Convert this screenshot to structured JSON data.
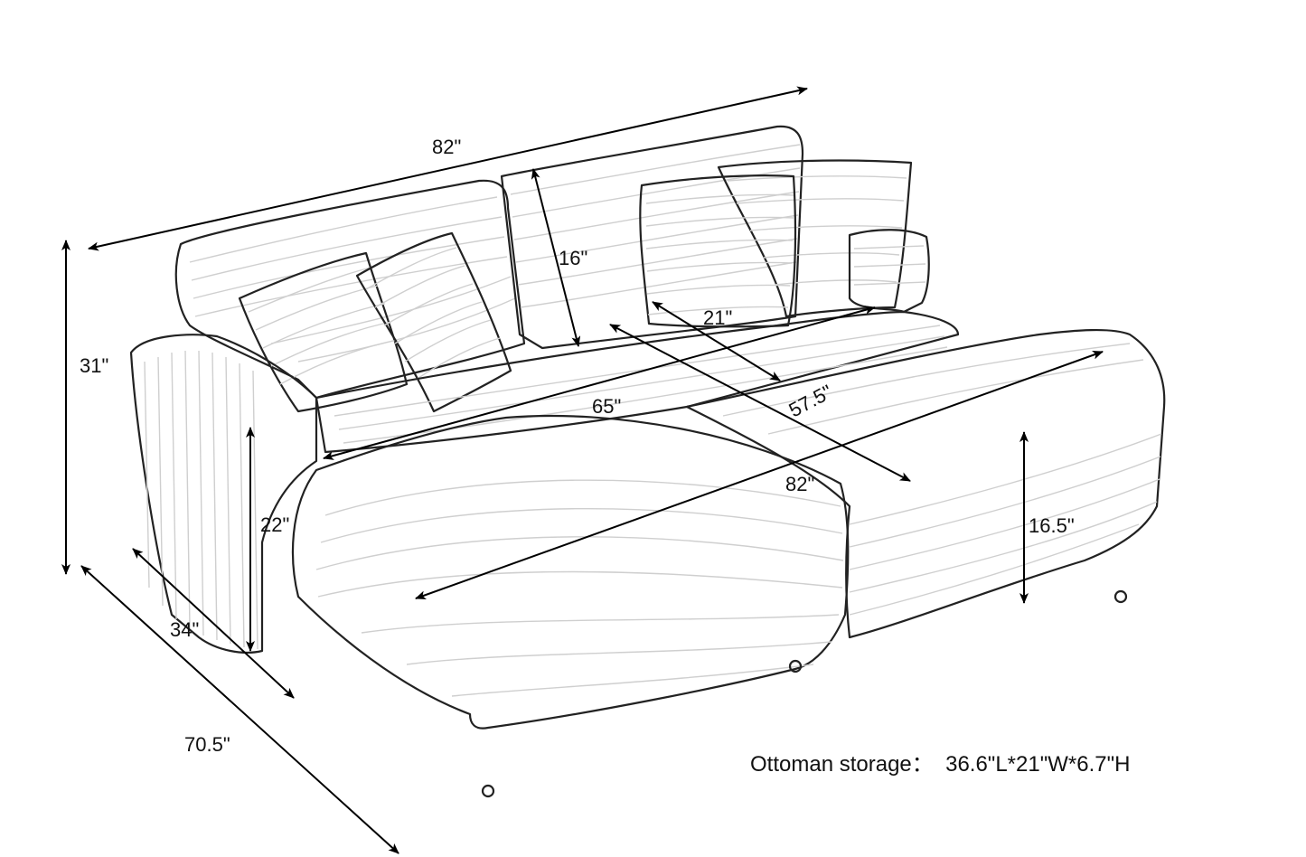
{
  "dimensions": {
    "total_length_top": "82\"",
    "back_cushion_height": "16\"",
    "pillow_width": "21\"",
    "overall_height": "31\"",
    "seat_width": "65\"",
    "diagonal": "57.5\"",
    "ottoman_length": "82\"",
    "seat_height": "22\"",
    "ottoman_height": "16.5\"",
    "seat_depth": "34\"",
    "total_depth": "70.5\""
  },
  "notes": {
    "storage": "Ottoman storage：  36.6\"L*21\"W*6.7\"H"
  },
  "colors": {
    "line": "#000000",
    "upholstery": "#ffffff",
    "rib": "#cfcfcf"
  }
}
